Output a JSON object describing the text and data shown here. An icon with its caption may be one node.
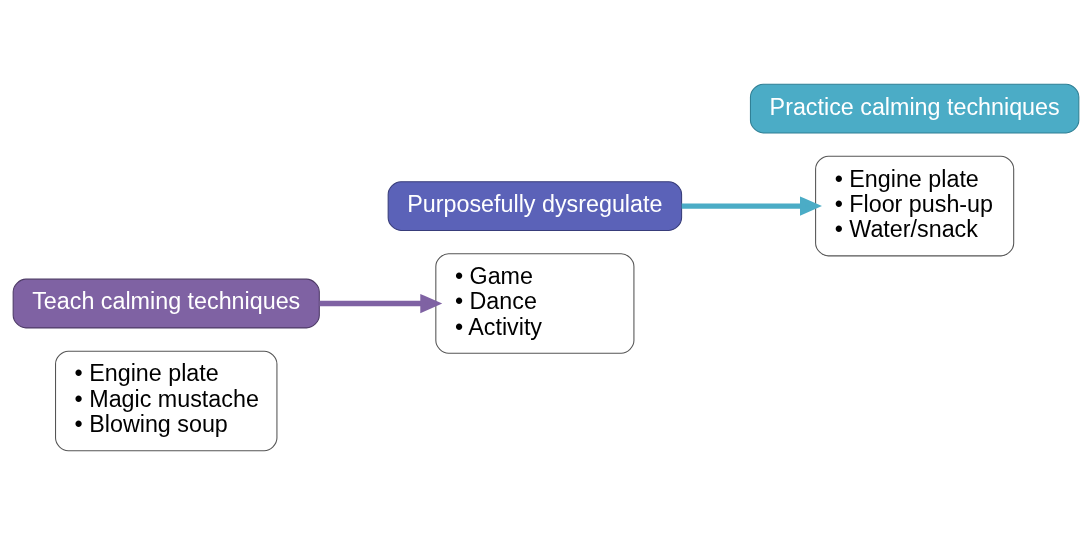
{
  "diagram": {
    "nodes": [
      {
        "text": [
          "• Engine plate",
          "• Magic mustache",
          "• Blowing soup"
        ]
      },
      {
        "text": [
          "Teach calming techniques"
        ]
      },
      {
        "text": [
          "• Game",
          "• Dance",
          "• Activity"
        ]
      },
      {
        "text": [
          "Purposefully dysregulate"
        ]
      },
      {
        "text": [
          "• Engine plate",
          "• Floor push-up",
          "• Water/snack"
        ]
      },
      {
        "text": [
          "Practice calming techniques"
        ]
      }
    ],
    "edges": [
      {
        "from": 1,
        "to": 2,
        "arrow": "to",
        "color": "#7f62a3"
      },
      {
        "from": 3,
        "to": 4,
        "arrow": "to",
        "color": "#4bacc6"
      }
    ]
  }
}
